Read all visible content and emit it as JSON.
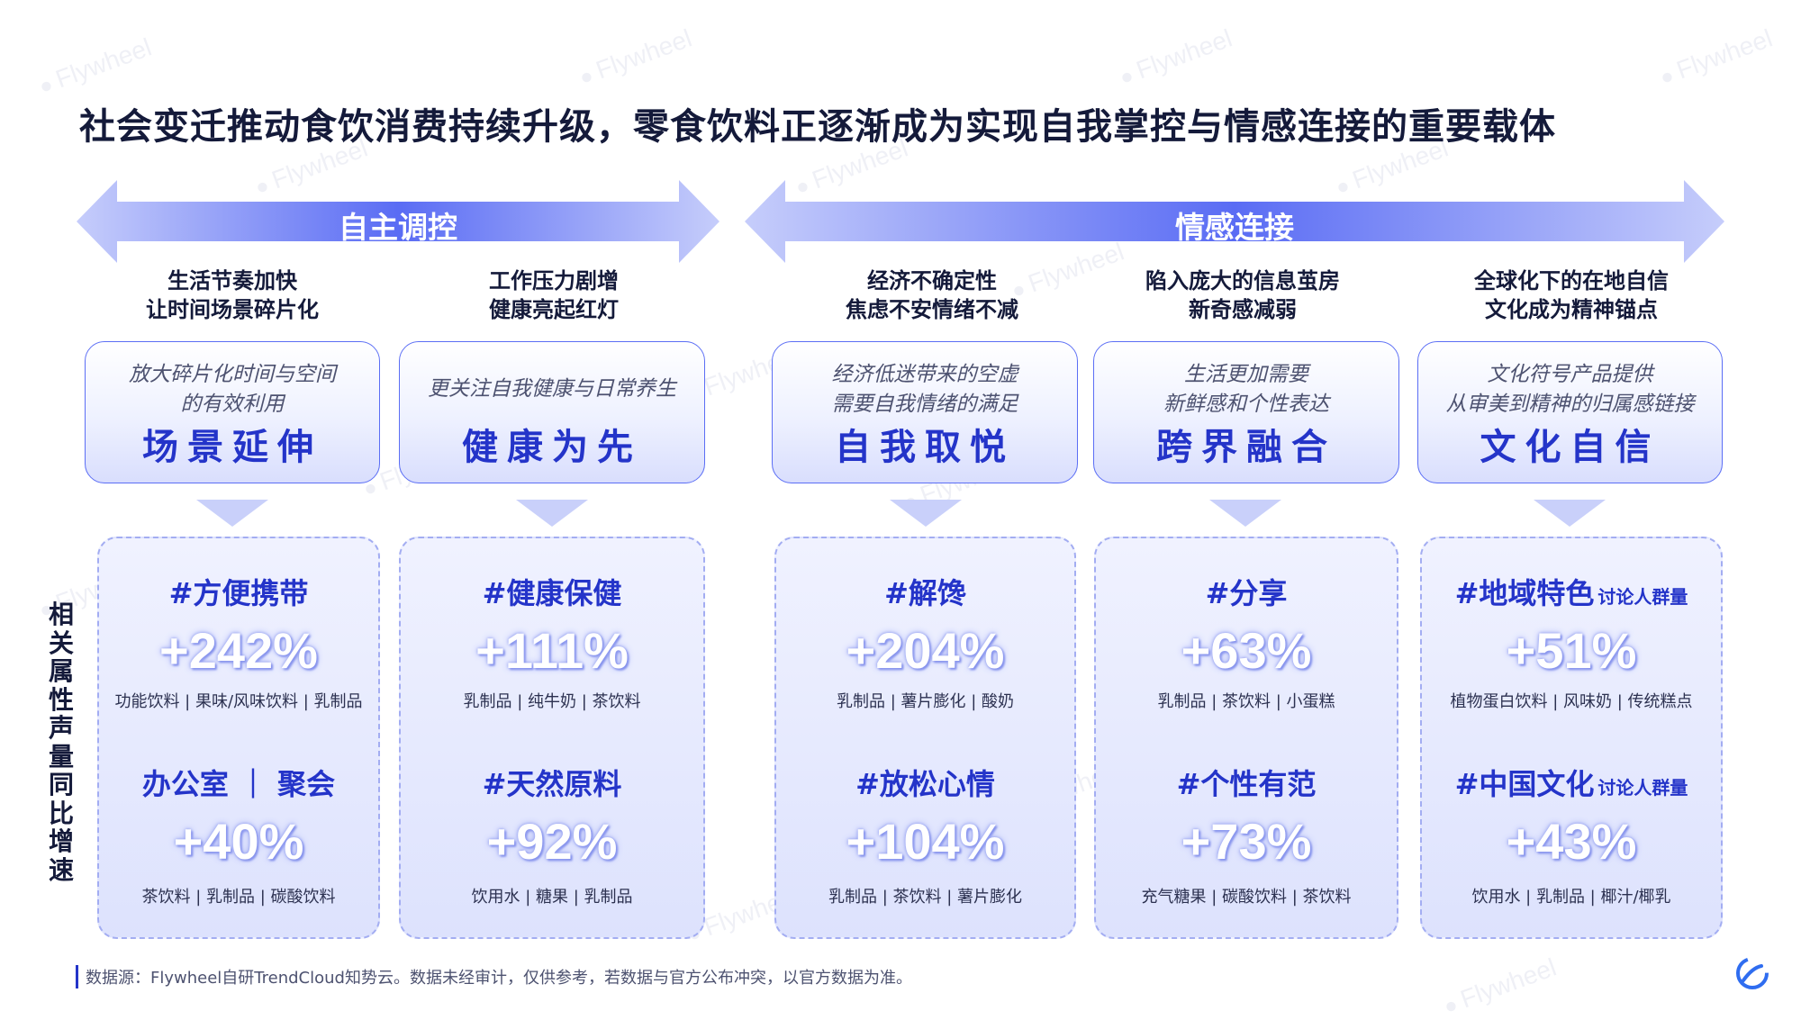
{
  "title": "社会变迁推动食饮消费持续升级，零食饮料正逐渐成为实现自我掌控与情感连接的重要载体",
  "watermark": "Flywheel",
  "arrows": [
    {
      "label": "自主调控"
    },
    {
      "label": "情感连接"
    }
  ],
  "side_label": "相关属性声量同比增速",
  "columns": [
    {
      "driver": [
        "生活节奏加快",
        "让时间场景碎片化"
      ],
      "desc": [
        "放大碎片化时间与空间",
        "的有效利用"
      ],
      "theme": "场景延伸",
      "metrics": [
        {
          "tag": "#方便携带",
          "value": "+242%",
          "cats": "功能饮料 | 果味/风味饮料 | 乳制品"
        },
        {
          "tag": "办公室 ｜ 聚会",
          "value": "+40%",
          "cats": "茶饮料 | 乳制品 | 碳酸饮料"
        }
      ]
    },
    {
      "driver": [
        "工作压力剧增",
        "健康亮起红灯"
      ],
      "desc": [
        "更关注自我健康与日常养生"
      ],
      "theme": "健康为先",
      "metrics": [
        {
          "tag": "#健康保健",
          "value": "+111%",
          "cats": "乳制品 | 纯牛奶 | 茶饮料"
        },
        {
          "tag": "#天然原料",
          "value": "+92%",
          "cats": "饮用水 | 糖果 | 乳制品"
        }
      ]
    },
    {
      "driver": [
        "经济不确定性",
        "焦虑不安情绪不减"
      ],
      "desc": [
        "经济低迷带来的空虚",
        "需要自我情绪的满足"
      ],
      "theme": "自我取悦",
      "metrics": [
        {
          "tag": "#解馋",
          "value": "+204%",
          "cats": "乳制品 | 薯片膨化 | 酸奶"
        },
        {
          "tag": "#放松心情",
          "value": "+104%",
          "cats": "乳制品 | 茶饮料 | 薯片膨化"
        }
      ]
    },
    {
      "driver": [
        "陷入庞大的信息茧房",
        "新奇感减弱"
      ],
      "desc": [
        "生活更加需要",
        "新鲜感和个性表达"
      ],
      "theme": "跨界融合",
      "metrics": [
        {
          "tag": "#分享",
          "value": "+63%",
          "cats": "乳制品 | 茶饮料 | 小蛋糕"
        },
        {
          "tag": "#个性有范",
          "value": "+73%",
          "cats": "充气糖果 | 碳酸饮料 | 茶饮料"
        }
      ]
    },
    {
      "driver": [
        "全球化下的在地自信",
        "文化成为精神锚点"
      ],
      "desc": [
        "文化符号产品提供",
        "从审美到精神的归属感链接"
      ],
      "theme": "文化自信",
      "metrics": [
        {
          "tag": "#地域特色",
          "tag_note": "讨论人群量",
          "value": "+51%",
          "cats": "植物蛋白饮料 | 风味奶 | 传统糕点"
        },
        {
          "tag": "#中国文化",
          "tag_note": "讨论人群量",
          "value": "+43%",
          "cats": "饮用水 | 乳制品 | 椰汁/椰乳"
        }
      ]
    }
  ],
  "source": "数据源：Flywheel自研TrendCloud知势云。数据未经审计，仅供参考，若数据与官方公布冲突，以官方数据为准。",
  "colors": {
    "accent": "#2434c9",
    "arrow": "#5b6ef5",
    "box_border": "#5b6ef5"
  }
}
